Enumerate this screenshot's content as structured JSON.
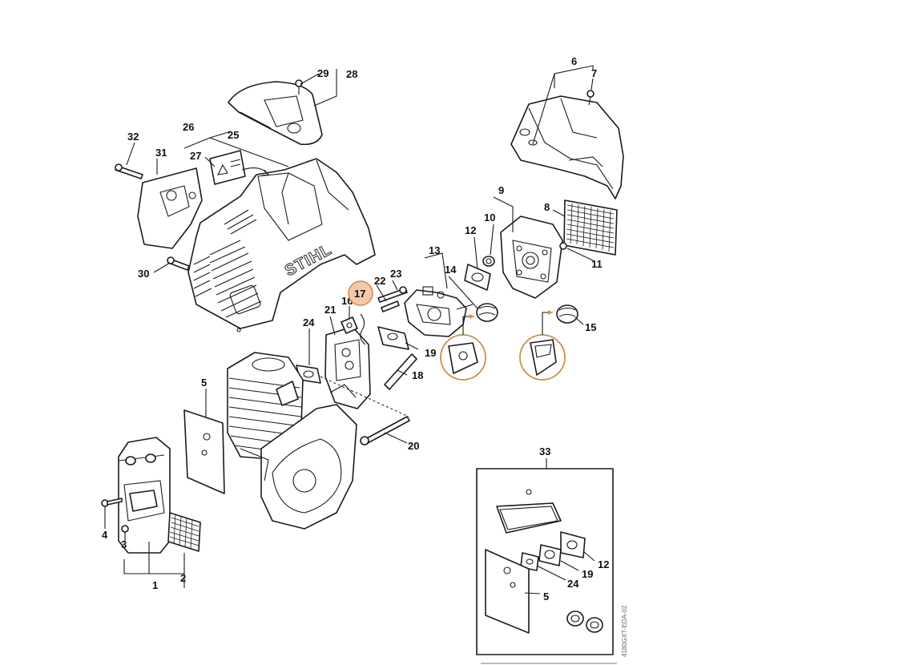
{
  "diagram": {
    "brand": "STIHL",
    "document_code": "4180GXT-EDA-02",
    "highlight_color": "#c8904f",
    "callouts": [
      "1",
      "2",
      "3",
      "4",
      "5",
      "6",
      "7",
      "8",
      "9",
      "10",
      "11",
      "12",
      "13",
      "14",
      "15",
      "16",
      "17",
      "18",
      "19",
      "20",
      "21",
      "22",
      "23",
      "24",
      "25",
      "26",
      "27",
      "28",
      "29",
      "30",
      "31",
      "32",
      "33"
    ],
    "highlighted_callout": "17",
    "kit_callouts": [
      "5",
      "12",
      "19",
      "24"
    ]
  }
}
